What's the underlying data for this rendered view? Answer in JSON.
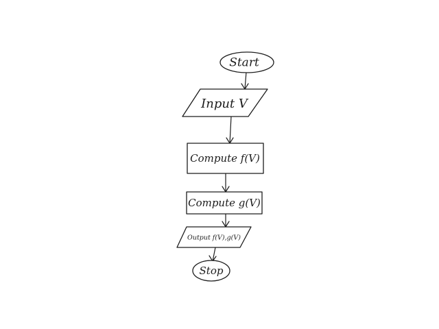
{
  "flowchart": {
    "nodes": [
      {
        "id": "start",
        "shape": "terminal",
        "label": "Start"
      },
      {
        "id": "input",
        "shape": "io",
        "label": "Input V"
      },
      {
        "id": "compute_f",
        "shape": "process",
        "label": "Compute f(V)"
      },
      {
        "id": "compute_g",
        "shape": "process",
        "label": "Compute g(V)"
      },
      {
        "id": "output",
        "shape": "io",
        "label": "Output f(V),g(V)"
      },
      {
        "id": "stop",
        "shape": "terminal",
        "label": "Stop"
      }
    ],
    "edges": [
      {
        "from": "start",
        "to": "input"
      },
      {
        "from": "input",
        "to": "compute_f"
      },
      {
        "from": "compute_f",
        "to": "compute_g"
      },
      {
        "from": "compute_g",
        "to": "output"
      },
      {
        "from": "output",
        "to": "stop"
      }
    ]
  }
}
